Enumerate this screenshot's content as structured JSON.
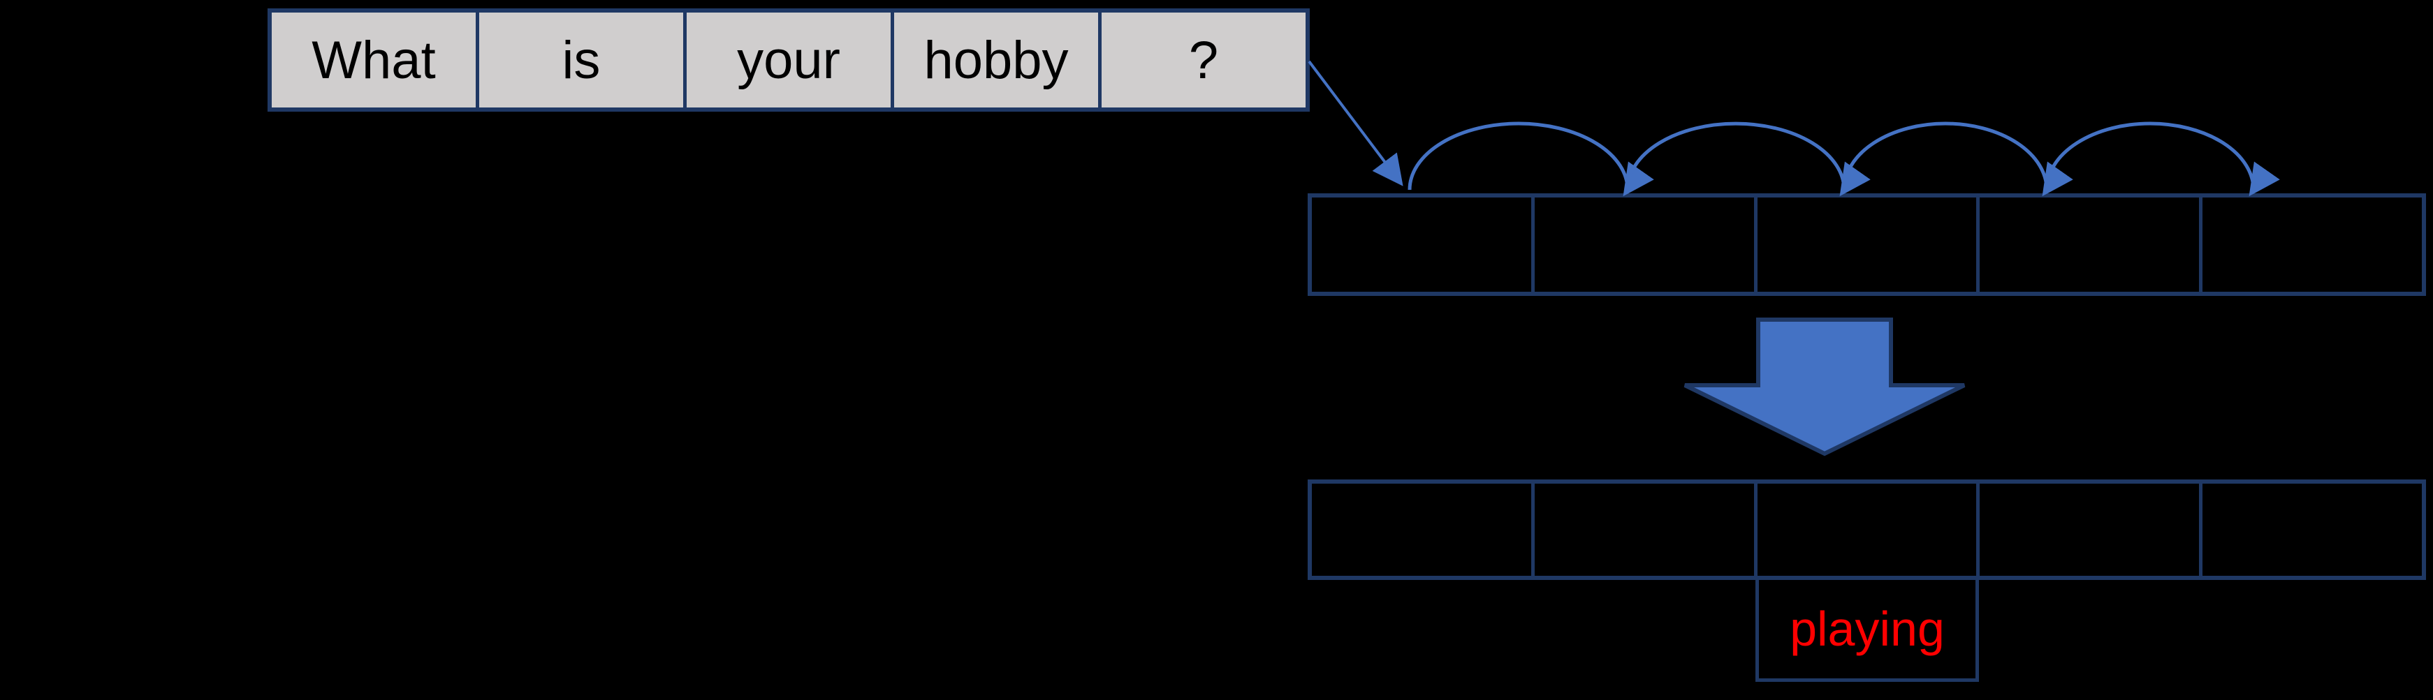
{
  "source_sentence": {
    "tokens": [
      "What",
      "is",
      "your",
      "hobby",
      "?"
    ]
  },
  "encoder_row": {
    "cell_count": 5
  },
  "decoder_row": {
    "cell_count": 5
  },
  "prediction": {
    "label": "playing"
  },
  "colors": {
    "background": "#000000",
    "token_cell_fill": "#D0CECE",
    "box_border": "#1F3864",
    "arrow_blue": "#4472C4",
    "token_text": "#000000",
    "prediction_text": "#FF0000"
  }
}
